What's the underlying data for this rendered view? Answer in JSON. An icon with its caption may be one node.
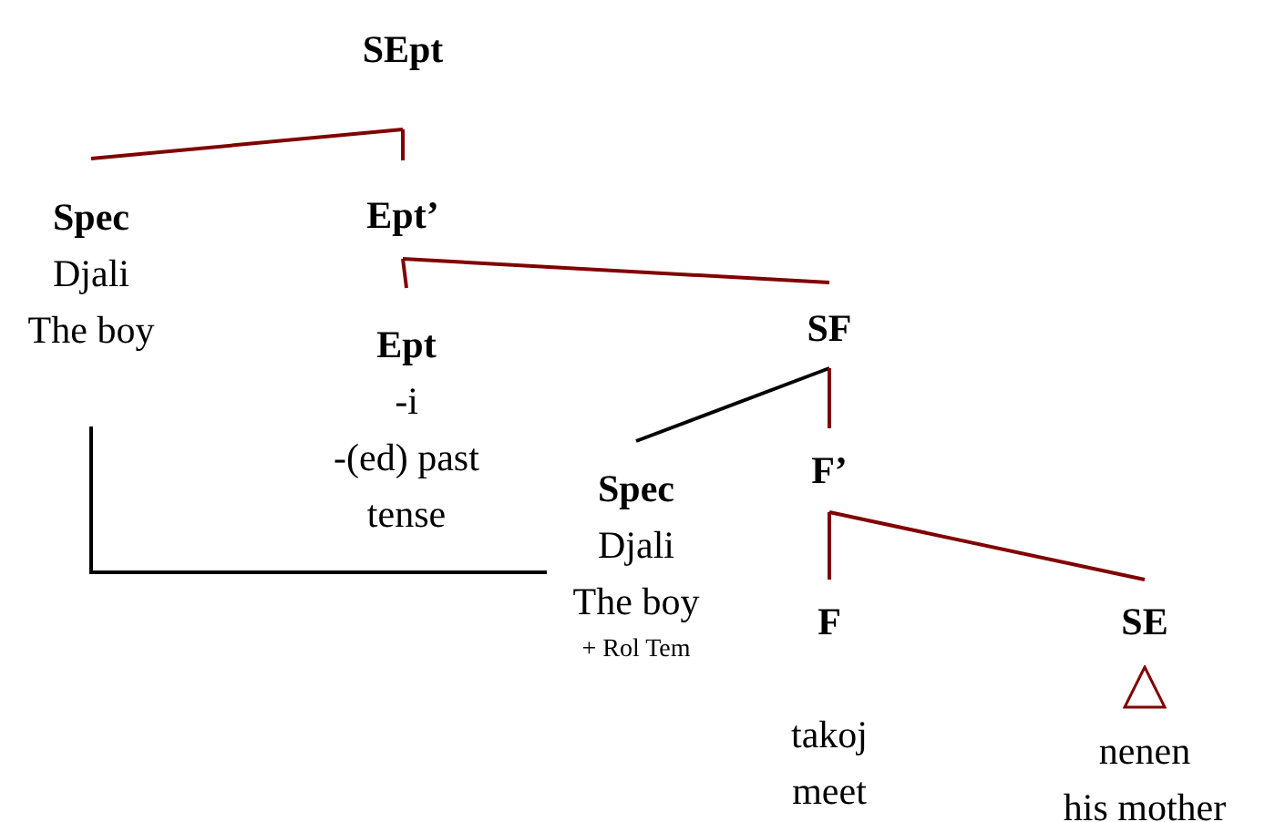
{
  "diagram": {
    "nodes": [
      {
        "text": [
          "SEpt"
        ]
      },
      {
        "text": [
          "Spec",
          "Djali",
          "The boy"
        ]
      },
      {
        "text": [
          "Ept’"
        ]
      },
      {
        "text": [
          "Ept",
          "-i",
          "-(ed) past tense"
        ]
      },
      {
        "text": [
          "SF"
        ]
      },
      {
        "text": [
          "Spec",
          "Djali",
          "The boy",
          "+ Rol Tem"
        ]
      },
      {
        "text": [
          "F’"
        ]
      },
      {
        "text": [
          "F",
          "takoj",
          "meet"
        ]
      },
      {
        "text": [
          "SE",
          "nenen",
          "his mother"
        ]
      }
    ],
    "edges": [
      {
        "from": 0,
        "to": 1,
        "arrow": "none"
      },
      {
        "from": 0,
        "to": 2,
        "arrow": "none"
      },
      {
        "from": 2,
        "to": 3,
        "arrow": "none"
      },
      {
        "from": 2,
        "to": 4,
        "arrow": "none"
      },
      {
        "from": 4,
        "to": 5,
        "arrow": "none",
        "color": "#000000"
      },
      {
        "from": 4,
        "to": 6,
        "arrow": "none"
      },
      {
        "from": 6,
        "to": 7,
        "arrow": "none"
      },
      {
        "from": 6,
        "to": 8,
        "arrow": "none"
      },
      {
        "from": 1,
        "to": 5,
        "arrow": "none",
        "color": "#000000"
      }
    ]
  }
}
